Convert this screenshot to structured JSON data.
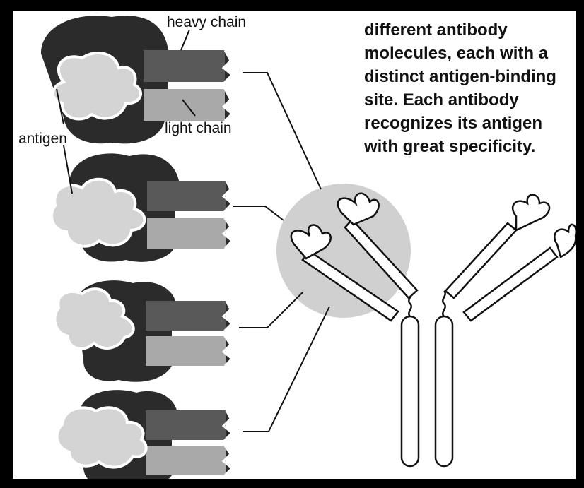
{
  "labels": {
    "heavy_chain": "heavy chain",
    "light_chain": "light chain",
    "antigen": "antigen"
  },
  "caption": {
    "lines": [
      "different antibody",
      "molecules, each with a",
      "distinct antigen-binding",
      "site. Each antibody",
      "recognizes its antigen",
      "with great specificity."
    ]
  },
  "colors": {
    "frame": "#000000",
    "background": "#ffffff",
    "heavy_dark": "#2b2b2b",
    "heavy_mid": "#595959",
    "light_chain": "#a9a9a9",
    "antigen": "#d4d4d4",
    "binding_site_circle": "#d0d0d0",
    "outline": "#111111"
  }
}
